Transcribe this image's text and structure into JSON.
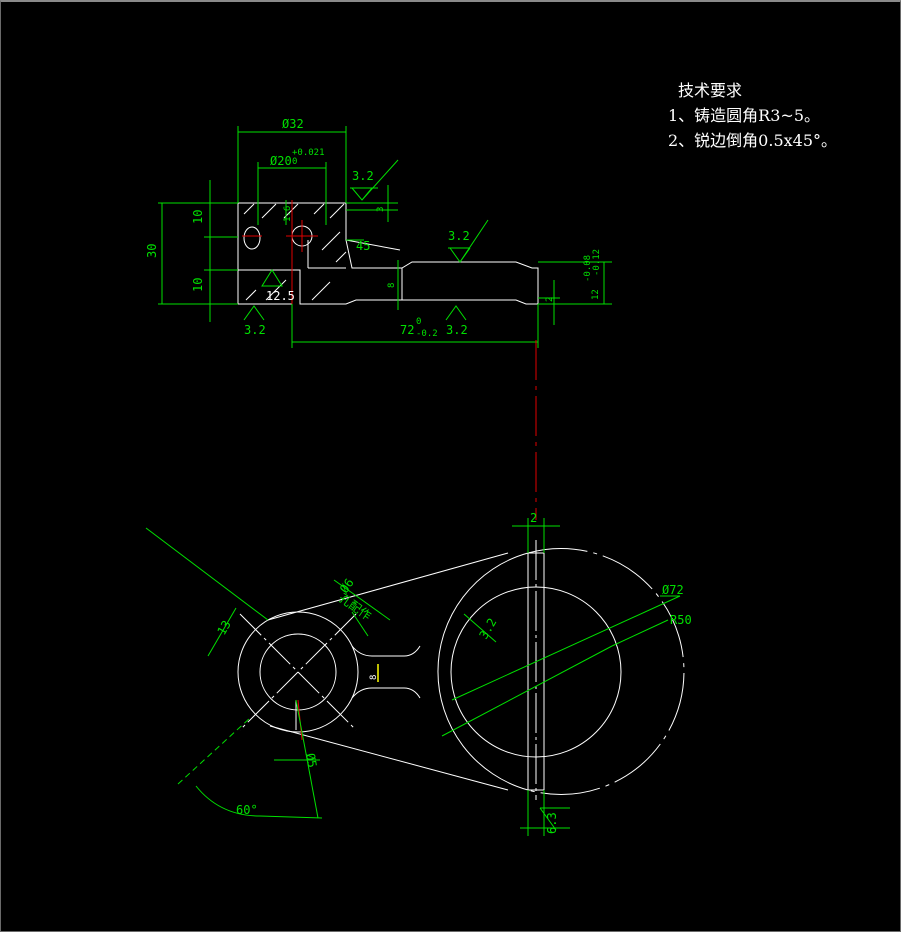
{
  "notes": {
    "title": "技术要求",
    "items": [
      "1、铸造圆角R3~5。",
      "2、锐边倒角0.5x45°。"
    ]
  },
  "top_view": {
    "dim_phi32": "Ø32",
    "dim_phi20": "Ø20",
    "tol_upper": "+0.021",
    "tol_lower": "0",
    "dim_30": "30",
    "dim_10a": "10",
    "dim_10b": "10",
    "dim_16": "1.6",
    "dim_3": "3",
    "dim_45": "45",
    "dim_8": "8",
    "dim_2": "2",
    "dim_12": "12",
    "dim_12_upper": "-0.08",
    "dim_12_lower": "-0.12",
    "dim_72": "72",
    "dim_72_upper": "0",
    "dim_72_lower": "-0.2",
    "dim_125": "12.5",
    "rough_32a": "3.2",
    "rough_32b": "3.2",
    "rough_32c": "3.2",
    "rough_32d": "3.2"
  },
  "front_view": {
    "dim_2": "2",
    "dim_phi72": "Ø72",
    "dim_r50": "R50",
    "dim_32": "3.2",
    "dim_13": "13",
    "dim_phi6": "Ø6",
    "note_hole": "孔配作",
    "dim_8": "8",
    "dim_5": "Ø5",
    "dim_60": "60°",
    "dim_63": "6.3"
  },
  "colors": {
    "background": "#000000",
    "outline": "#ffffff",
    "dimension": "#00e000",
    "centerline": "#e00000",
    "highlight": "#ffff00"
  }
}
